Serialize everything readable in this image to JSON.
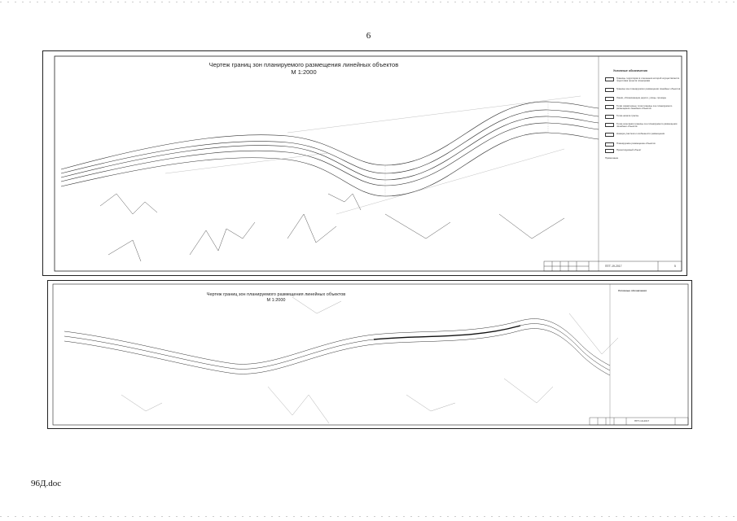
{
  "page": {
    "number": "6",
    "footer": "96Д.doc"
  },
  "sheet_top": {
    "title": "Чертеж границ зон планируемого размещения линейных объектов",
    "scale": "М 1:2000",
    "legend_title": "Условные обозначения",
    "legend": [
      "Границы территории в отношении которой осуществляется подготовка проекта планировки",
      "Граница зон планируемого размещения линейных объектов",
      "Линии, обозначающие дороги, улицы, проезды",
      "Точки характерные точки границы зон планируемого размещения линейных объектов",
      "Точка начала трассы",
      "Точка окончания границы зон планируемого размещения линейных объектов",
      "Номера участков и особенности размещения",
      "Планируемое размещение объектов",
      "Проектируемый объект",
      "Примечание"
    ],
    "sheet_code": "ППТ-19-2017",
    "sheet_num": "5"
  },
  "sheet_bottom": {
    "title": "Чертеж границ зон планируемого размещения линейных объектов",
    "scale": "М 1:2000",
    "legend_title": "Условные обозначения",
    "sheet_code": "ППТ-19-2017"
  }
}
